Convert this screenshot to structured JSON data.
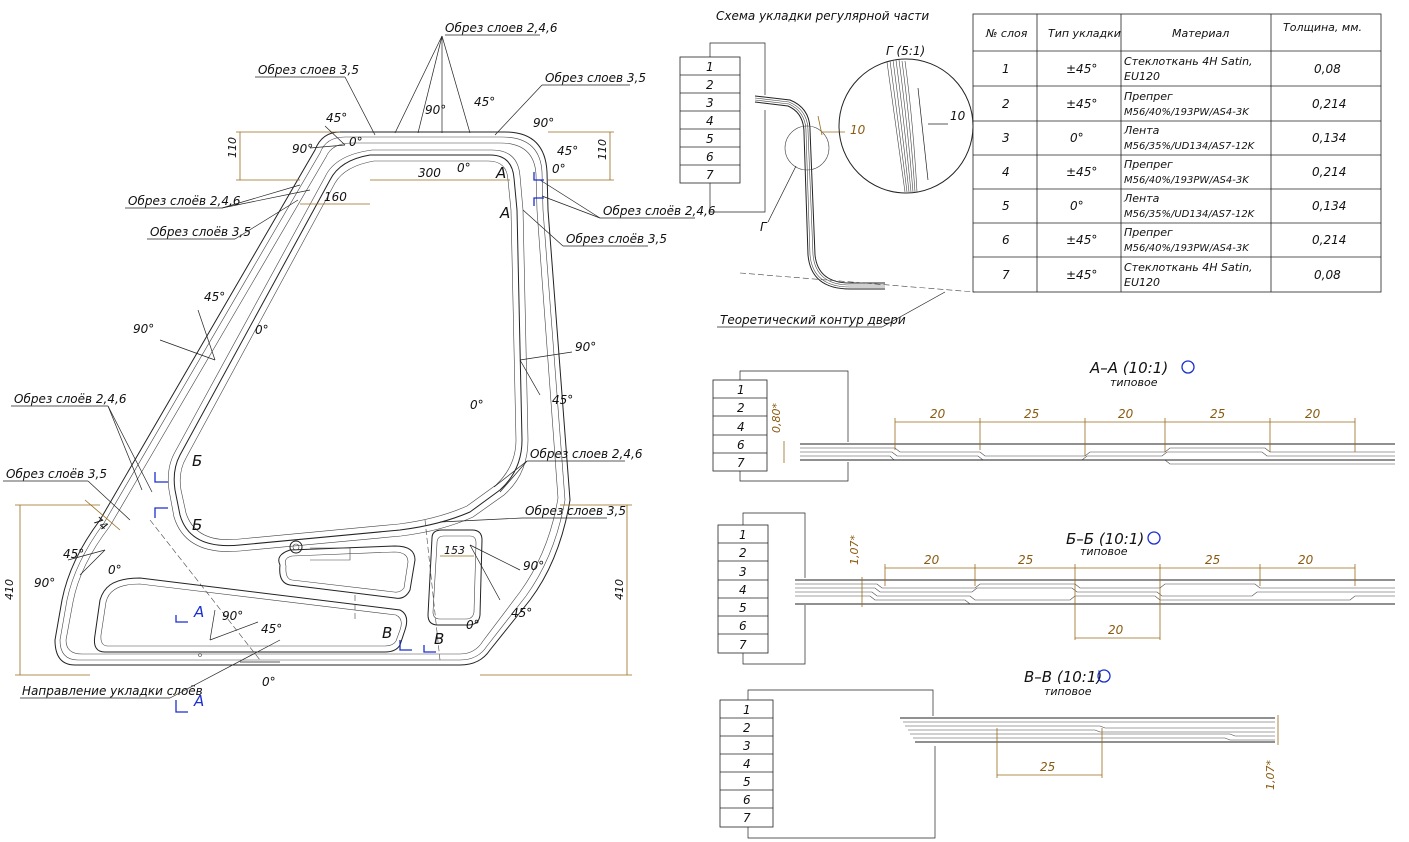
{
  "labels": {
    "trim_246": "Обрез слоев 2,4,6",
    "trim_35": "Обрез слоев 3,5",
    "trim_246_yo": "Обрез слоёв 2,4,6",
    "trim_35_yo": "Обрез слоёв 3,5",
    "layup_direction": "Направление укладки слоёв"
  },
  "dims": {
    "d110": "110",
    "d300": "300",
    "d160": "160",
    "d410": "410",
    "d74": "74",
    "d153": "153",
    "d10": "10",
    "d20": "20",
    "d25": "25",
    "d080": "0,80*",
    "d107": "1,07*"
  },
  "angles": {
    "a0": "0°",
    "a45": "45°",
    "a90": "90°"
  },
  "sections": {
    "A": "А",
    "B": "Б",
    "V": "В",
    "G": "Г"
  },
  "scheme": {
    "title": "Схема укладки регулярной части",
    "detail": "Г (5:1)",
    "contour": "Теоретический контур двери",
    "layers": [
      "1",
      "2",
      "3",
      "4",
      "5",
      "6",
      "7"
    ]
  },
  "table": {
    "headers": [
      "№ слоя",
      "Тип укладки",
      "Материал",
      "Толщина, мм."
    ],
    "rows": [
      {
        "n": "1",
        "type": "±45°",
        "mat1": "Стеклоткань 4H Satin,",
        "mat2": "EU120",
        "thk": "0,08"
      },
      {
        "n": "2",
        "type": "±45°",
        "mat1": "Препрег",
        "mat2": "M56/40%/193PW/AS4-3K",
        "thk": "0,214"
      },
      {
        "n": "3",
        "type": "0°",
        "mat1": "Лента",
        "mat2": "M56/35%/UD134/AS7-12K",
        "thk": "0,134"
      },
      {
        "n": "4",
        "type": "±45°",
        "mat1": "Препрег",
        "mat2": "M56/40%/193PW/AS4-3K",
        "thk": "0,214"
      },
      {
        "n": "5",
        "type": "0°",
        "mat1": "Лента",
        "mat2": "M56/35%/UD134/AS7-12K",
        "thk": "0,134"
      },
      {
        "n": "6",
        "type": "±45°",
        "mat1": "Препрег",
        "mat2": "M56/40%/193PW/AS4-3K",
        "thk": "0,214"
      },
      {
        "n": "7",
        "type": "±45°",
        "mat1": "Стеклоткань 4H Satin,",
        "mat2": "EU120",
        "thk": "0,08"
      }
    ]
  },
  "section_views": {
    "aa_title": "А–А (10:1)",
    "bb_title": "Б–Б (10:1)",
    "vv_title": "В–В (10:1)",
    "typical": "типовое",
    "aa_layers": [
      "1",
      "2",
      "4",
      "6",
      "7"
    ],
    "bb_layers": [
      "1",
      "2",
      "3",
      "4",
      "5",
      "6",
      "7"
    ],
    "vv_layers": [
      "1",
      "2",
      "3",
      "4",
      "5",
      "6",
      "7"
    ]
  }
}
